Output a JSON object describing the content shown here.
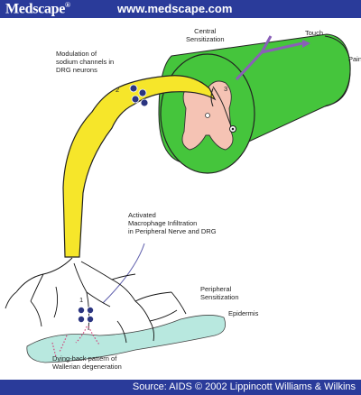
{
  "header": {
    "brand": "Medscape",
    "brand_mark": "®",
    "url": "www.medscape.com"
  },
  "footer": {
    "source": "Source: AIDS © 2002 Lippincott Williams & Wilkins"
  },
  "labels": {
    "central_line1": "Central",
    "central_line2": "Sensitization",
    "touch": "Touch",
    "pain": "Pain",
    "modulation_line1": "Modulation of",
    "modulation_line2": "sodium channels in",
    "modulation_line3": "DRG neurons",
    "num2": "2",
    "num3": "3",
    "num1": "1",
    "activated_line1": "Activated",
    "activated_line2": "Macrophage Infiltration",
    "activated_line3": "in Peripheral Nerve and DRG",
    "peripheral_line1": "Peripheral",
    "peripheral_line2": "Sensitization",
    "epidermis": "Epidermis",
    "dying_line1": "Dying-back pattern of",
    "dying_line2": "Wallerian degeneration"
  },
  "colors": {
    "bar": "#2a3b9a",
    "nerve_yellow": "#f6e62a",
    "cord_green": "#45c53c",
    "grey_matter": "#f5c3b4",
    "skin": "#b8e8df",
    "dots": "#2b3580",
    "arrow_purple": "#8a5fb8"
  }
}
